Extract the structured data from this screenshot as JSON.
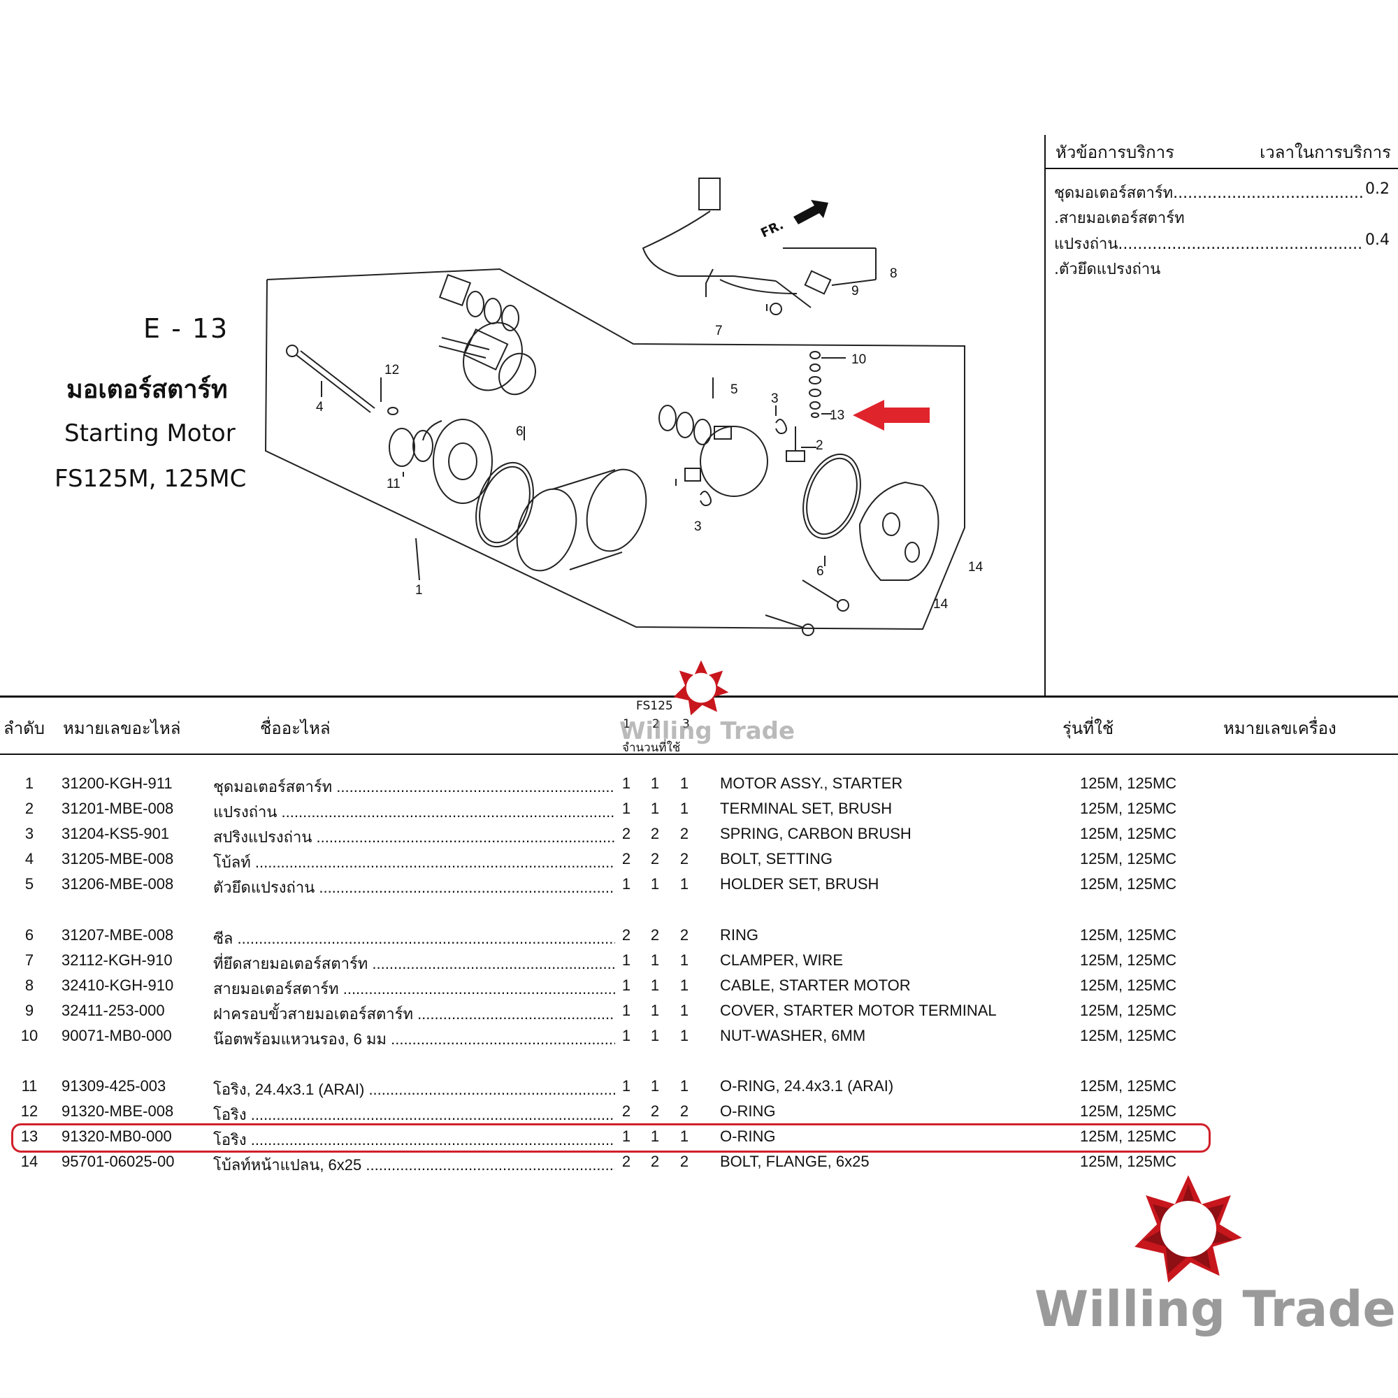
{
  "title": {
    "code": "E - 13",
    "name_th": "มอเตอร์สตาร์ท",
    "name_en": "Starting Motor",
    "models": "FS125M, 125MC"
  },
  "service": {
    "head_left": "หัวข้อการบริการ",
    "head_right": "เวลาในการบริการ",
    "items": [
      {
        "text": "ชุดมอเตอร์สตาร์ท......................................................................",
        "value": "0.2"
      },
      {
        "text": ".สายมอเตอร์สตาร์ท",
        "value": ""
      },
      {
        "text": "แปรงถ่าน...............................................................................",
        "value": "0.4"
      },
      {
        "text": ".ตัวยึดแปรงถ่าน",
        "value": ""
      }
    ]
  },
  "diagram": {
    "front_label": "FR.",
    "callouts": [
      "1",
      "2",
      "3",
      "3",
      "4",
      "5",
      "6",
      "6",
      "7",
      "8",
      "9",
      "10",
      "11",
      "12",
      "13",
      "14",
      "14"
    ],
    "accent_color": "#e0242c"
  },
  "table": {
    "headers": {
      "no": "ลำดับ",
      "part_no": "หมายเลขอะไหล่",
      "name": "ชื่ออะไหล่",
      "model_group": "FS125",
      "qty_cols": [
        "1",
        "2",
        "3"
      ],
      "qty_label": "จำนวนที่ใช้",
      "models": "รุ่นที่ใช้",
      "engine_no": "หมายเลขเครื่อง"
    },
    "rows": [
      {
        "no": "1",
        "part": "31200-KGH-911",
        "th": "ชุดมอเตอร์สตาร์ท ..............................................................................................",
        "q1": "1",
        "q2": "1",
        "q3": "1",
        "en": "MOTOR ASSY., STARTER",
        "models": "125M, 125MC"
      },
      {
        "no": "2",
        "part": "31201-MBE-008",
        "th": "แปรงถ่าน ..........................................................................................................",
        "q1": "1",
        "q2": "1",
        "q3": "1",
        "en": "TERMINAL SET, BRUSH",
        "models": "125M, 125MC"
      },
      {
        "no": "3",
        "part": "31204-KS5-901",
        "th": "สปริงแปรงถ่าน ...................................................................................................",
        "q1": "2",
        "q2": "2",
        "q3": "2",
        "en": "SPRING, CARBON BRUSH",
        "models": "125M, 125MC"
      },
      {
        "no": "4",
        "part": "31205-MBE-008",
        "th": "โบ้ลท์ ...............................................................................................................",
        "q1": "2",
        "q2": "2",
        "q3": "2",
        "en": "BOLT, SETTING",
        "models": "125M, 125MC"
      },
      {
        "no": "5",
        "part": "31206-MBE-008",
        "th": "ตัวยึดแปรงถ่าน ..................................................................................................",
        "q1": "1",
        "q2": "1",
        "q3": "1",
        "en": "HOLDER SET, BRUSH",
        "models": "125M, 125MC"
      },
      {
        "no": "6",
        "part": "31207-MBE-008",
        "th": "ซีล ...................................................................................................................",
        "q1": "2",
        "q2": "2",
        "q3": "2",
        "en": "RING",
        "models": "125M, 125MC"
      },
      {
        "no": "7",
        "part": "32112-KGH-910",
        "th": "ที่ยึดสายมอเตอร์สตาร์ท .......................................................................................",
        "q1": "1",
        "q2": "1",
        "q3": "1",
        "en": "CLAMPER, WIRE",
        "models": "125M, 125MC"
      },
      {
        "no": "8",
        "part": "32410-KGH-910",
        "th": "สายมอเตอร์สตาร์ท ..............................................................................................",
        "q1": "1",
        "q2": "1",
        "q3": "1",
        "en": "CABLE, STARTER MOTOR",
        "models": "125M, 125MC"
      },
      {
        "no": "9",
        "part": "32411-253-000",
        "th": "ฝาครอบขั้วสายมอเตอร์สตาร์ท ................................................................................",
        "q1": "1",
        "q2": "1",
        "q3": "1",
        "en": "COVER, STARTER MOTOR TERMINAL",
        "models": "125M, 125MC"
      },
      {
        "no": "10",
        "part": "90071-MB0-000",
        "th": "น๊อตพร้อมแหวนรอง, 6 มม ....................................................................................",
        "q1": "1",
        "q2": "1",
        "q3": "1",
        "en": "NUT-WASHER, 6MM",
        "models": "125M, 125MC"
      },
      {
        "no": "11",
        "part": "91309-425-003",
        "th": "โอริง, 24.4x3.1 (ARAI) ........................................................................................",
        "q1": "1",
        "q2": "1",
        "q3": "1",
        "en": "O-RING, 24.4x3.1 (ARAI)",
        "models": "125M, 125MC"
      },
      {
        "no": "12",
        "part": "91320-MBE-008",
        "th": "โอริง .................................................................................................................",
        "q1": "2",
        "q2": "2",
        "q3": "2",
        "en": "O-RING",
        "models": "125M, 125MC"
      },
      {
        "no": "13",
        "part": "91320-MB0-000",
        "th": "โอริง .................................................................................................................",
        "q1": "1",
        "q2": "1",
        "q3": "1",
        "en": "O-RING",
        "models": "125M, 125MC"
      },
      {
        "no": "14",
        "part": "95701-06025-00",
        "th": "โบ้ลท์หน้าแปลน, 6x25 ........................................................................................",
        "q1": "2",
        "q2": "2",
        "q3": "2",
        "en": "BOLT, FLANGE, 6x25",
        "models": "125M, 125MC"
      }
    ],
    "highlight_color": "#d0202a"
  },
  "brand": {
    "logo_text": "Willing Trade",
    "logo_color": "#c8161d"
  }
}
